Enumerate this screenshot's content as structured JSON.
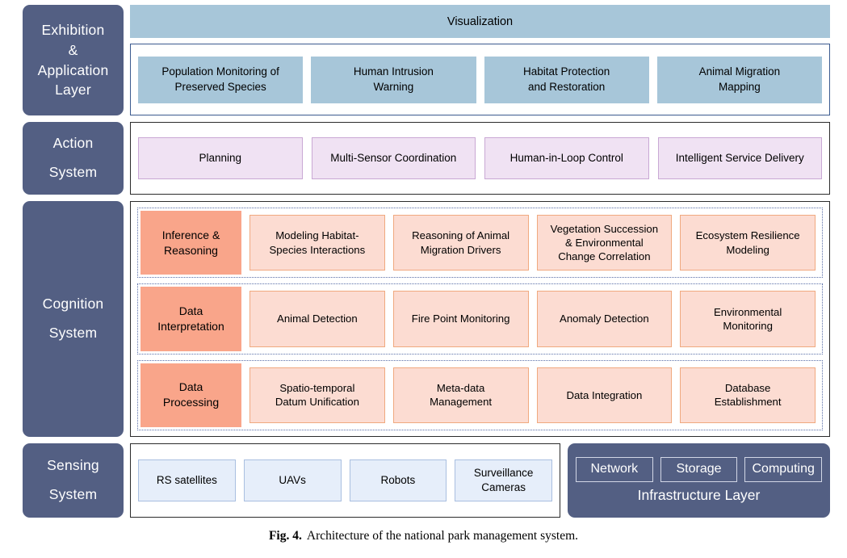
{
  "figure": {
    "caption_label": "Fig. 4.",
    "caption_text": "Architecture of the national park management system."
  },
  "colors": {
    "sidebar_navy": "#535f83",
    "visualization_blue": "#a7c6d9",
    "application_cell_blue": "#a7c6d9",
    "application_border_blue": "#3b5a8f",
    "action_purple": "#f0e2f3",
    "action_purple_border": "#c9a8d4",
    "cognition_head_salmon": "#f9a58a",
    "cognition_cell_pink": "#fcdcd2",
    "cognition_cell_border": "#f0a97f",
    "cognition_dotted_border": "#5a6fa8",
    "sensing_cell_blue": "#e6eefa",
    "sensing_cell_border": "#a9bfe0",
    "panel_border_dark": "#2b2b2b"
  },
  "layers": {
    "exhibition": {
      "label": "Exhibition\n&\nApplication\nLayer",
      "label_lines": [
        "Exhibition",
        "&",
        "Application",
        "Layer"
      ],
      "visualization_bar": "Visualization",
      "items": [
        "Population Monitoring of\nPreserved Species",
        "Human Intrusion\nWarning",
        "Habitat Protection\nand Restoration",
        "Animal Migration\nMapping"
      ]
    },
    "action": {
      "label_lines": [
        "Action",
        "System"
      ],
      "items": [
        "Planning",
        "Multi-Sensor Coordination",
        "Human-in-Loop Control",
        "Intelligent Service Delivery"
      ]
    },
    "cognition": {
      "label_lines": [
        "Cognition",
        "System"
      ],
      "rows": [
        {
          "head": "Inference &\nReasoning",
          "items": [
            "Modeling Habitat-\nSpecies Interactions",
            "Reasoning of Animal\nMigration Drivers",
            "Vegetation Succession\n& Environmental\nChange  Correlation",
            "Ecosystem Resilience\nModeling"
          ]
        },
        {
          "head": "Data\nInterpretation",
          "items": [
            "Animal Detection",
            "Fire Point Monitoring",
            "Anomaly  Detection",
            "Environmental\nMonitoring"
          ]
        },
        {
          "head": "Data\nProcessing",
          "items": [
            "Spatio-temporal\nDatum Unification",
            "Meta-data\nManagement",
            "Data Integration",
            "Database\nEstablishment"
          ]
        }
      ]
    },
    "sensing": {
      "label_lines": [
        "Sensing",
        "System"
      ],
      "items": [
        "RS satellites",
        "UAVs",
        "Robots",
        "Surveillance\nCameras"
      ],
      "infrastructure": {
        "title": "Infrastructure Layer",
        "items": [
          "Network",
          "Storage",
          "Computing"
        ]
      }
    }
  }
}
